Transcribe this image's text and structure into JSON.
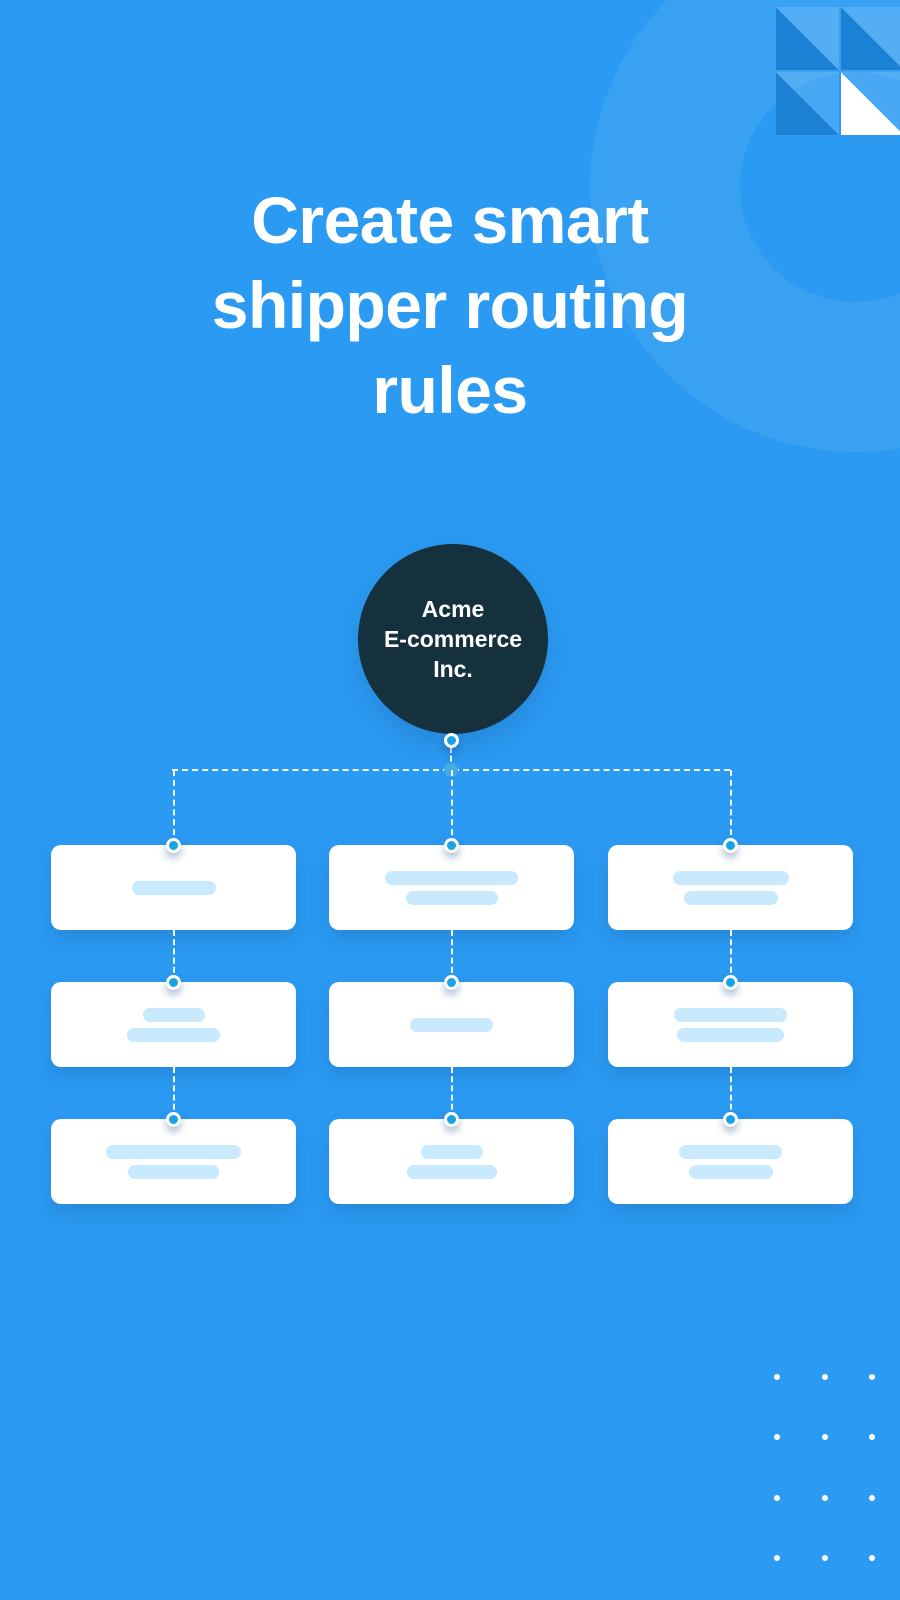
{
  "title": {
    "lines": [
      "Create smart",
      "shipper routing",
      "rules"
    ]
  },
  "root_node": {
    "label": "Acme E-commerce Inc.",
    "lines": [
      "Acme",
      "E-commerce",
      "Inc."
    ]
  },
  "diagram": {
    "columns": [
      {
        "rows": [
          {
            "bars": [
              84
            ]
          },
          {
            "bars": [
              62,
              93
            ]
          },
          {
            "bars": [
              135,
              91
            ]
          }
        ]
      },
      {
        "rows": [
          {
            "bars": [
              133,
              92
            ]
          },
          {
            "bars": [
              83
            ]
          },
          {
            "bars": [
              62,
              90
            ]
          }
        ]
      },
      {
        "rows": [
          {
            "bars": [
              116,
              94
            ]
          },
          {
            "bars": [
              113,
              107
            ]
          },
          {
            "bars": [
              103,
              84
            ]
          }
        ]
      }
    ]
  },
  "decor": {
    "triangle_grid": {
      "triangle_colors": [
        "#1c80d4",
        "#1c80d4",
        "#1c80d4",
        "#ffffff"
      ]
    },
    "dots_grid": {
      "rows": 4,
      "cols": 3
    }
  },
  "colors": {
    "background": "#2b9af2",
    "dark_navy": "#16313e",
    "node_dot": "#17a3e6",
    "skeleton_bar": "#c9e9fd",
    "card": "#ffffff",
    "dashed_line": "#ffffff",
    "triangle_dark": "#1c80d4",
    "triangle_white": "#ffffff"
  }
}
